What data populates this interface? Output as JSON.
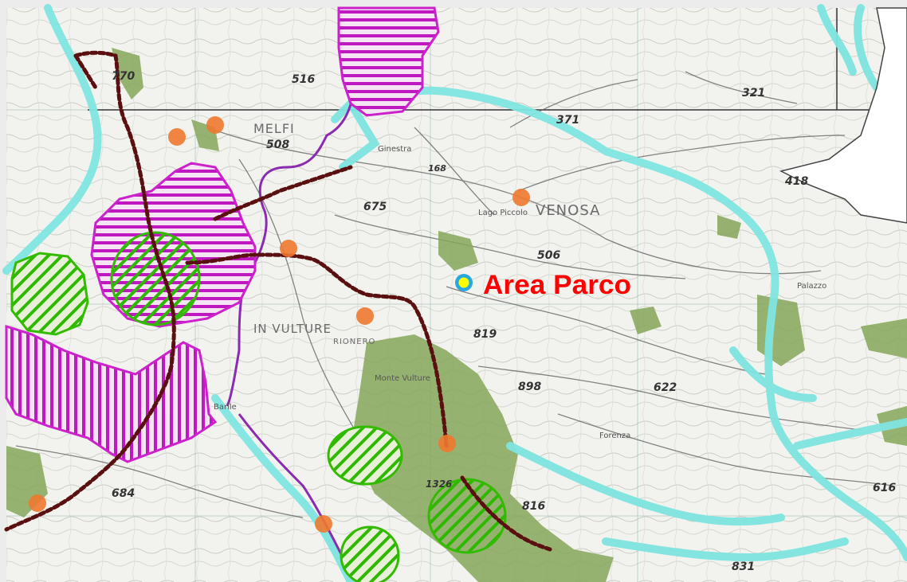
{
  "map": {
    "park_marker": {
      "label": "Area Parco"
    },
    "towns": [
      {
        "id": "melfi",
        "name": "MELFI"
      },
      {
        "id": "venosa",
        "name": "VENOSA"
      },
      {
        "id": "rionero",
        "name": "RIONERO"
      },
      {
        "id": "vulture",
        "name": "IN VULTURE"
      }
    ],
    "elevations": [
      "516",
      "371",
      "321",
      "418",
      "508",
      "168",
      "675",
      "506",
      "819",
      "898",
      "622",
      "684",
      "616",
      "831",
      "770",
      "816",
      "1326"
    ],
    "places": [
      "Forenza",
      "Palazzo",
      "Ginestra",
      "Barile",
      "Monte Vulture",
      "Lago Piccolo"
    ],
    "colors": {
      "park_label": "#ff0000",
      "marker_fill": "#ffff00",
      "marker_ring": "#29a8e0",
      "protected_hatch": "#cc22cc",
      "forest_hatch": "#33bb00",
      "river": "#7fe5e0",
      "boundary": "#5a1010",
      "poi": "#f07830",
      "forest": "#86a65a"
    }
  }
}
